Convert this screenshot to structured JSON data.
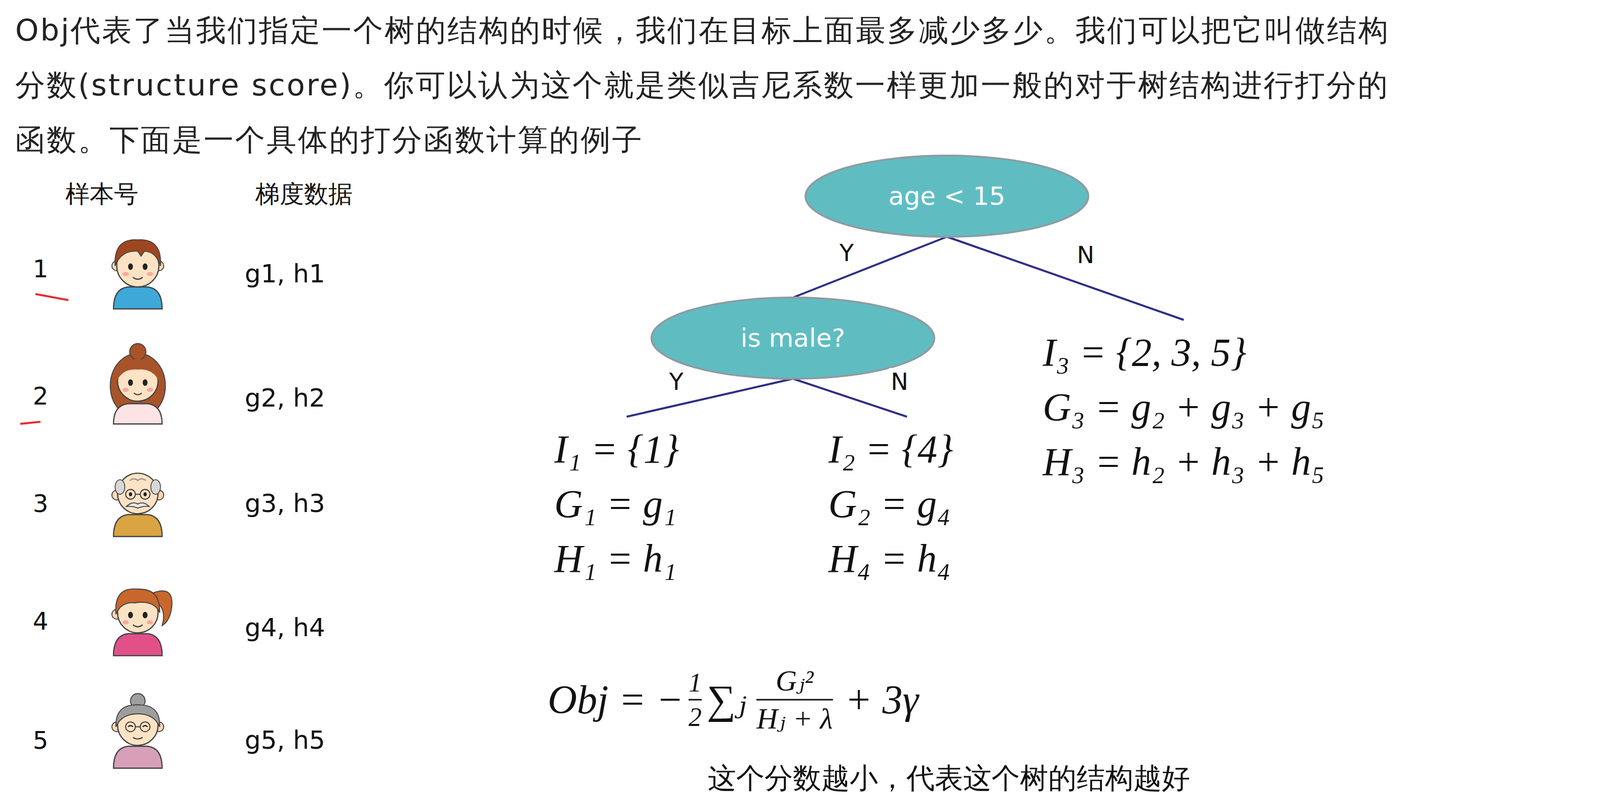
{
  "diagram": {
    "caption": "这个分数越小，代表这个树的结构越好",
    "nodes": [
      {
        "text": [
          "age < 15"
        ]
      },
      {
        "text": [
          "is male?"
        ]
      },
      {
        "text": [
          "I₁ = {1}",
          "G₁ = g₁",
          "H₁ = h₁"
        ]
      },
      {
        "text": [
          "I₂ = {4}",
          "G₂ = g₄",
          "H₄ = h₄"
        ]
      },
      {
        "text": [
          "I₃ = {2, 3, 5}",
          "G₃ = g₂ + g₃ + g₅",
          "H₃ = h₂ + h₃ + h₅"
        ]
      }
    ],
    "edges": [
      {
        "from": 0,
        "to": 1,
        "label": "Y",
        "arrow": "none"
      },
      {
        "from": 0,
        "to": 4,
        "label": "N",
        "arrow": "none"
      },
      {
        "from": 1,
        "to": 2,
        "label": "Y",
        "arrow": "none"
      },
      {
        "from": 1,
        "to": 3,
        "label": "N",
        "arrow": "none"
      }
    ],
    "labels": [
      "Obj代表了当我们指定一个树的结构的时候，我们在目标上面最多减少多少。我们可以把它叫做结构分数(structure score)。你可以认为这个就是类似吉尼系数一样更加一般的对于树结构进行打分的函数。下面是一个具体的打分函数计算的例子",
      "样本号",
      "梯度数据",
      "1",
      "2",
      "3",
      "4",
      "5",
      "g1, h1",
      "g2, h2",
      "g3, h3",
      "g4, h4",
      "g5, h5",
      "Obj = −",
      "1",
      "2",
      "∑ⱼ",
      "Gⱼ²",
      "Hⱼ + λ",
      "+ 3γ"
    ]
  }
}
